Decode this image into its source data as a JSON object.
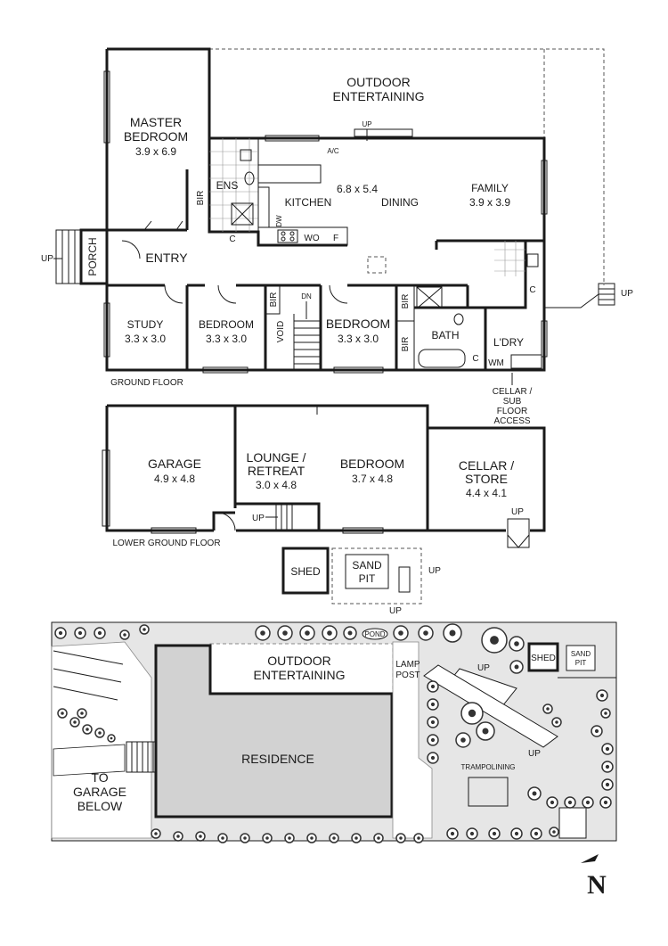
{
  "ground_floor": {
    "caption": "GROUND FLOOR",
    "outdoor_entertaining": [
      "OUTDOOR",
      "ENTERTAINING"
    ],
    "master_bedroom": {
      "name": [
        "MASTER",
        "BEDROOM"
      ],
      "size": "3.9 x 6.9"
    },
    "ens": "ENS",
    "bir": "BIR",
    "kitchen": "KITCHEN",
    "dining": "DINING",
    "kitchen_dining_size": "6.8 x 5.4",
    "family": {
      "name": "FAMILY",
      "size": "3.9 x 3.9"
    },
    "ac": "A/C",
    "dw": "DW",
    "wo": "WO",
    "f": "F",
    "c": "C",
    "entry": "ENTRY",
    "porch": "PORCH",
    "up": "UP",
    "dn": "DN",
    "void": "VOID",
    "study": {
      "name": "STUDY",
      "size": "3.3 x 3.0"
    },
    "bedroom_2": {
      "name": "BEDROOM",
      "size": "3.3 x 3.0"
    },
    "bedroom_3": {
      "name": "BEDROOM",
      "size": "3.3 x 3.0"
    },
    "bath": "BATH",
    "laundry": "L'DRY",
    "wm": "WM",
    "cellar_access": [
      "CELLAR /",
      "SUB",
      "FLOOR",
      "ACCESS"
    ]
  },
  "lower_ground_floor": {
    "caption": "LOWER GROUND FLOOR",
    "garage": {
      "name": "GARAGE",
      "size": "4.9 x 4.8"
    },
    "lounge": {
      "name": [
        "LOUNGE /",
        "RETREAT"
      ],
      "size": "3.0 x 4.8"
    },
    "bedroom": {
      "name": "BEDROOM",
      "size": "3.7 x 4.8"
    },
    "cellar": {
      "name": [
        "CELLAR /",
        "STORE"
      ],
      "size": "4.4 x 4.1"
    },
    "up": "UP",
    "shed": "SHED",
    "sand_pit": [
      "SAND",
      "PIT"
    ]
  },
  "site_plan": {
    "pond": "POND",
    "outdoor_entertaining": [
      "OUTDOOR",
      "ENTERTAINING"
    ],
    "lamp_post": [
      "LAMP",
      "POST"
    ],
    "residence": "RESIDENCE",
    "to_garage": [
      "TO",
      "GARAGE",
      "BELOW"
    ],
    "up": "UP",
    "shed": "SHED",
    "sand_pit": [
      "SAND",
      "PIT"
    ],
    "trampolining": "TRAMPOLINING"
  },
  "compass": "N",
  "colors": {
    "ink": "#1a1a1a",
    "site_fill": "#e6e6e6",
    "residence_fill": "#d2d2d2",
    "tree": "#333333"
  }
}
